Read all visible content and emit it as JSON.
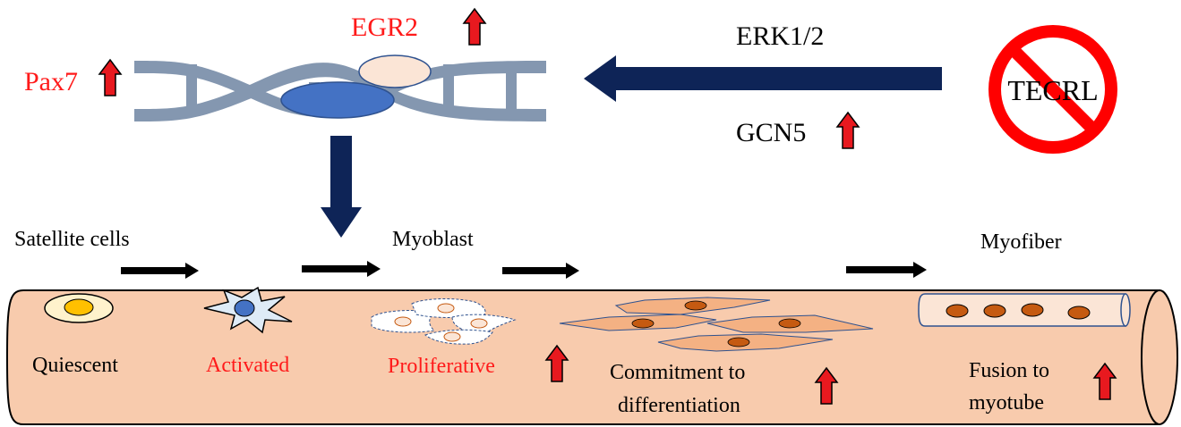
{
  "dna": {
    "labels": {
      "pax7": "Pax7",
      "egr2": "EGR2"
    }
  },
  "pathway": {
    "erk": "ERK1/2",
    "gcn5": "GCN5",
    "tecrl": "TECRL"
  },
  "stages": {
    "satellite_cells": "Satellite cells",
    "myoblast": "Myoblast",
    "myofiber": "Myofiber"
  },
  "cells": {
    "quiescent": "Quiescent",
    "activated": "Activated",
    "proliferative": "Proliferative",
    "commitment_line1": "Commitment to",
    "commitment_line2": "differentiation",
    "fusion_line1": "Fusion to",
    "fusion_line2": "myotube"
  },
  "colors": {
    "red_label": "#ff1a1a",
    "up_arrow": "#e8191f",
    "navy_arrow": "#0e2457",
    "dna_strand": "#8497b0",
    "tube_fill": "#f8cbad",
    "nucleus_blue": "#4472c4",
    "nucleus_pale": "#fbe5d6",
    "prohibit_red": "#ff0000"
  }
}
